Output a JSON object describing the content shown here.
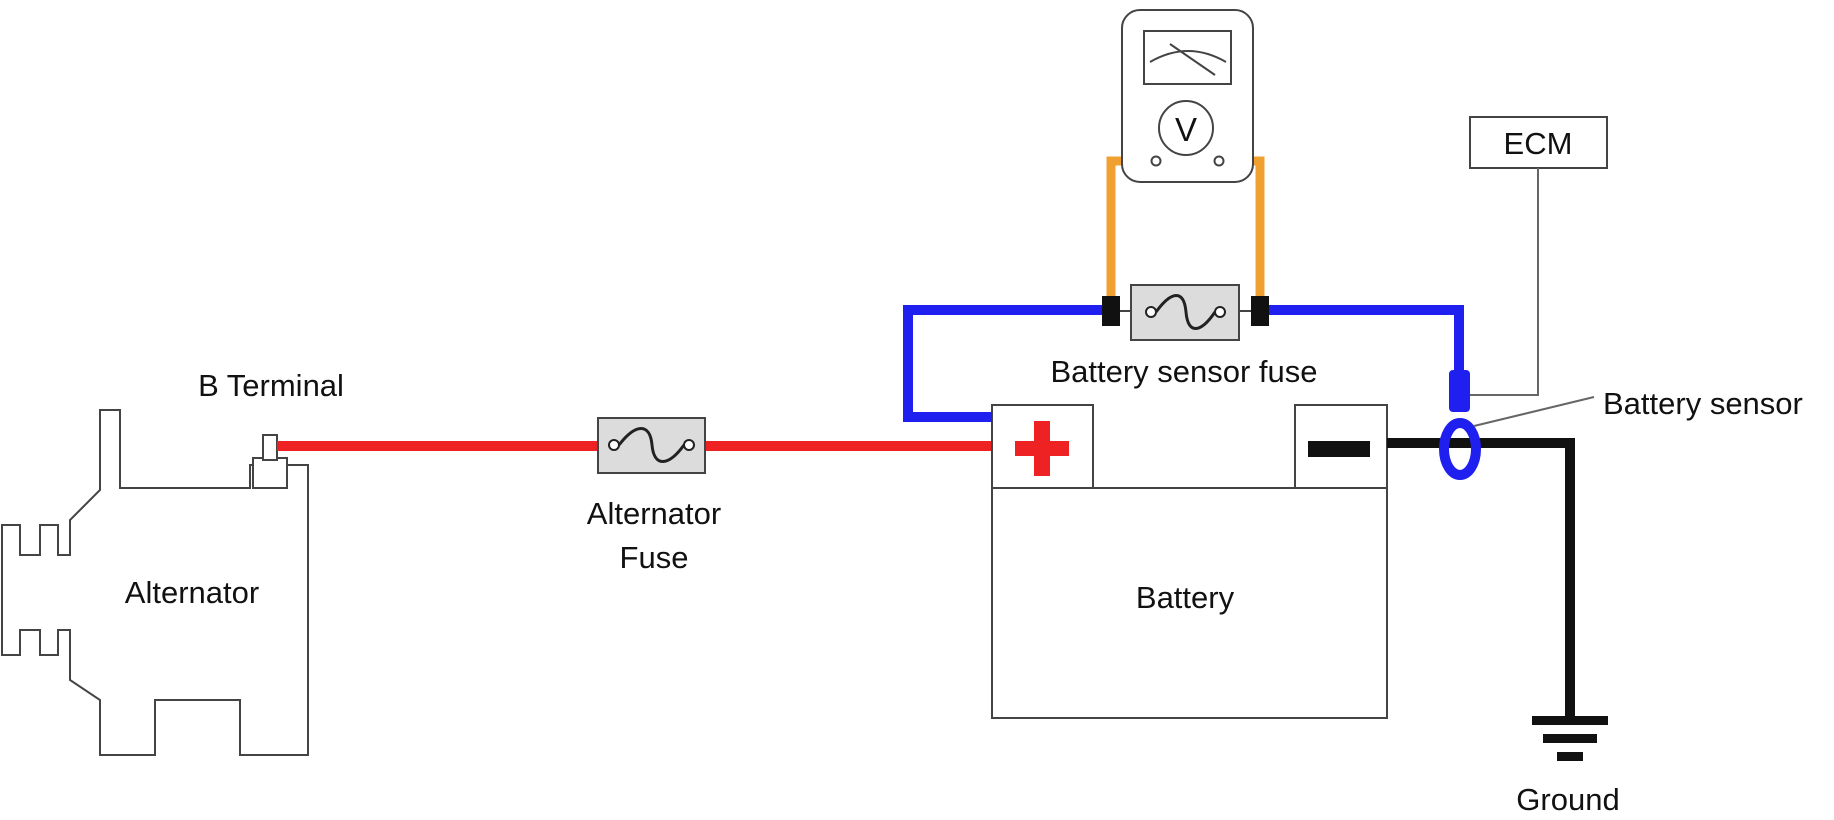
{
  "labels": {
    "b_terminal": "B Terminal",
    "alternator": "Alternator",
    "alternator_fuse_line1": "Alternator",
    "alternator_fuse_line2": "Fuse",
    "battery": "Battery",
    "battery_sensor_fuse": "Battery sensor fuse",
    "battery_sensor": "Battery sensor",
    "ecm": "ECM",
    "ground": "Ground",
    "voltmeter_symbol": "V"
  },
  "colors": {
    "positive_wire": "#ee2222",
    "sensor_wire": "#1f1ff0",
    "meter_leads": "#f0a030",
    "ground_wire": "#111111",
    "fuse_body": "#dcdcdc",
    "plus_sign": "#ee2222"
  },
  "icons": {
    "positive_terminal": "plus-icon",
    "negative_terminal": "minus-icon",
    "fuse": "fuse-icon",
    "meter": "voltmeter-icon",
    "ground": "ground-icon"
  }
}
